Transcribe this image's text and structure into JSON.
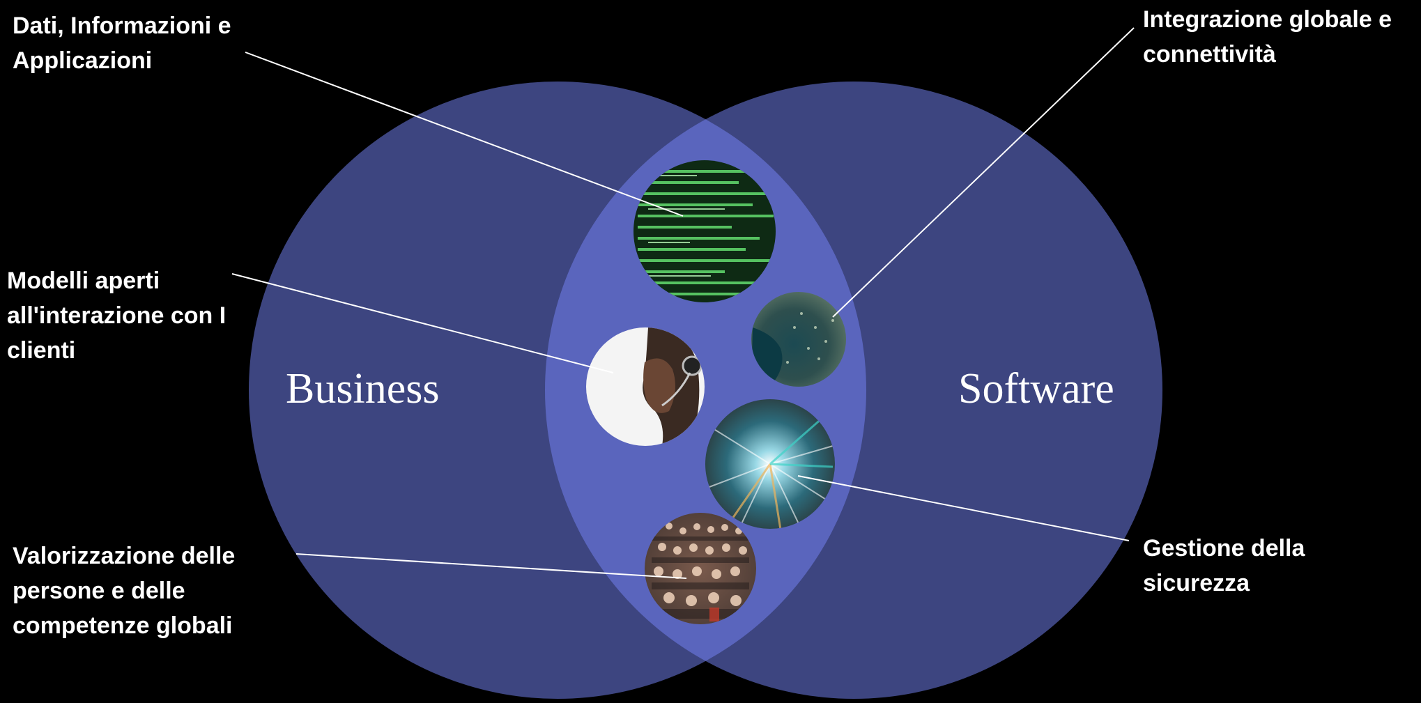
{
  "colors": {
    "background": "#000000",
    "circle": "#3d4580",
    "overlap": "#5a65bd",
    "text": "#ffffff"
  },
  "sets": {
    "left": "Business",
    "right": "Software"
  },
  "callouts": {
    "data_info_apps": "Dati, Informazioni e\nApplicazioni",
    "global_integration": "Integrazione globale e\nconnettività",
    "open_models": "Modelli aperti\nall'interazione con I\nclienti",
    "people_skills": "Valorizzazione delle\npersone e delle\ncompetenze globali",
    "security": "Gestione della\nsicurezza"
  },
  "photos": [
    {
      "name": "code-screen-photo",
      "subject": "green code on monitor"
    },
    {
      "name": "city-satellite-photo",
      "subject": "satellite view of city at night"
    },
    {
      "name": "call-center-photo",
      "subject": "woman wearing headset"
    },
    {
      "name": "light-speed-photo",
      "subject": "motion light streaks"
    },
    {
      "name": "crowd-photo",
      "subject": "crowd of people"
    }
  ]
}
